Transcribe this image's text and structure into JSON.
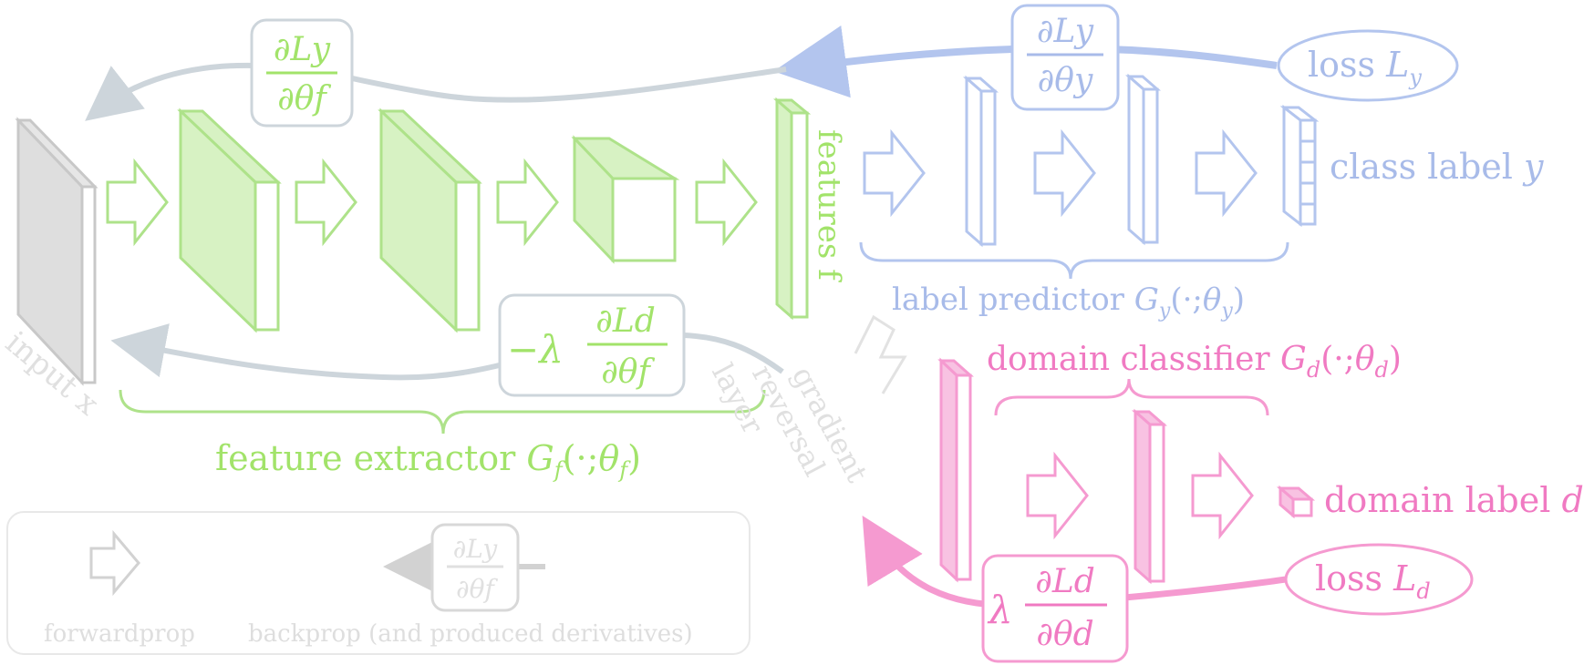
{
  "colors": {
    "grey_stroke": "#c8c8c8",
    "grey_fill": "#dedede",
    "green_stroke": "#aee28a",
    "green_fill": "#d7f2c3",
    "green_text": "#a2e36a",
    "blue_stroke": "#b3c5ee",
    "blue_text": "#a8bbe9",
    "pink_stroke": "#f59ad0",
    "pink_fill": "#f8c2e2",
    "pink_text": "#f07ac2",
    "backprop_grey": "#cdd5db",
    "legend_grey": "#d2d2d2"
  },
  "labels": {
    "input": "input x",
    "features": "features f",
    "class_label": "class label",
    "class_label_var": "y",
    "domain_label": "domain label",
    "domain_label_var": "d",
    "label_predictor": "label predictor",
    "label_predictor_fn": "Gy(·;θy)",
    "domain_classifier": "domain classifier",
    "domain_classifier_fn": "Gd(·;θd)",
    "feature_extractor": "feature extractor",
    "feature_extractor_fn": "Gf(·;θf)",
    "loss_y": "loss",
    "loss_y_var": "Ly",
    "loss_d": "loss",
    "loss_d_var": "Ld",
    "grl_line1": "gradient",
    "grl_line2": "reversal",
    "grl_line3": "layer"
  },
  "derivatives": {
    "dLy_dthetaf": {
      "num": "∂Ly",
      "den": "∂θf"
    },
    "dLy_dthetay": {
      "num": "∂Ly",
      "den": "∂θy"
    },
    "neg_lambda": "−λ",
    "dLd_dthetaf": {
      "num": "∂Ld",
      "den": "∂θf"
    },
    "lambda": "λ",
    "dLd_dthetad": {
      "num": "∂Ld",
      "den": "∂θd"
    }
  },
  "legend": {
    "forwardprop": "forwardprop",
    "backprop": "backprop (and produced derivatives)",
    "legend_frac": {
      "num": "∂Ly",
      "den": "∂θf"
    }
  }
}
